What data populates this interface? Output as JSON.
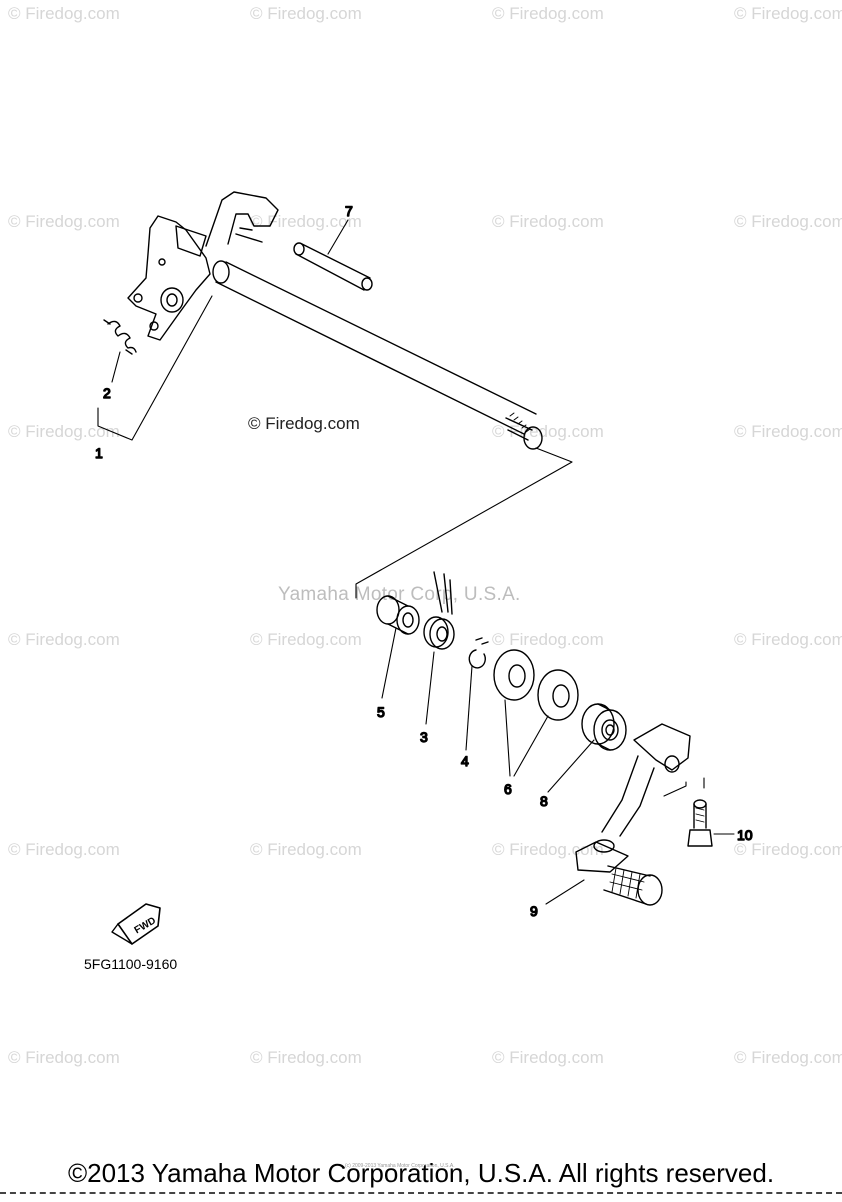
{
  "watermark_text": "© Firedog.com",
  "center_watermark": "© Firedog.com",
  "brand_watermark": "Yamaha Motor Corp, U.S.A.",
  "part_number": "5FG1100-9160",
  "fwd_label": "FWD",
  "tiny_copyright": "(c) 2009-2013 Yamaha Motor Corporation, U.S.A.",
  "footer_text": "©2013 Yamaha Motor Corporation, U.S.A. All rights reserved.",
  "callouts": {
    "c1": "1",
    "c2": "2",
    "c3": "3",
    "c4": "4",
    "c5": "5",
    "c6": "6",
    "c7": "7",
    "c8": "8",
    "c9": "9",
    "c10": "10"
  }
}
